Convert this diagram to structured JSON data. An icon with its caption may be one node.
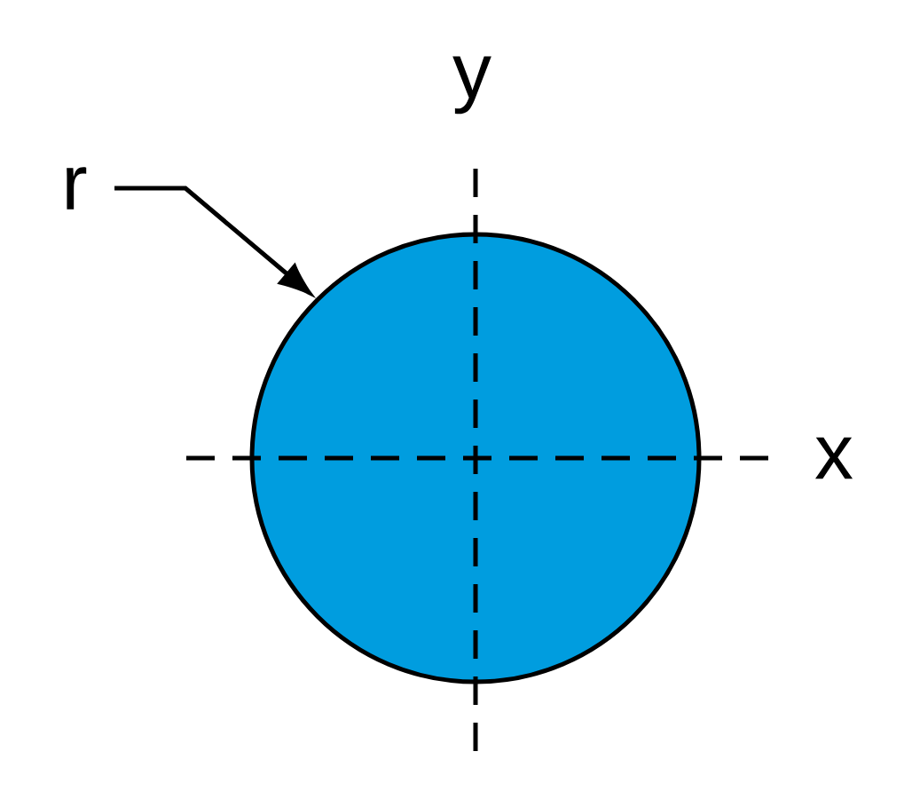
{
  "diagram": {
    "nodes": [
      {
        "text": [
          "r"
        ]
      },
      {
        "text": [],
        "shape": "circle"
      }
    ],
    "edges": [
      {
        "from": 0,
        "to": 1,
        "arrow": "to"
      }
    ],
    "labels": [
      "y",
      "x"
    ]
  }
}
